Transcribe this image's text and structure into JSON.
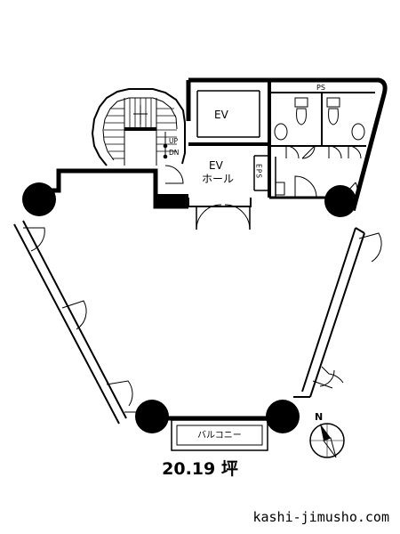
{
  "plan": {
    "labels": {
      "ps": "PS",
      "ev": "EV",
      "ev_hall_line1": "EV",
      "ev_hall_line2": "ホール",
      "eps": "EPS",
      "up": "UP",
      "dn": "DN",
      "balcony": "バルコニー",
      "north": "N"
    },
    "area": "20.19 坪"
  },
  "footer": {
    "site": "kashi-jimusho.com"
  }
}
